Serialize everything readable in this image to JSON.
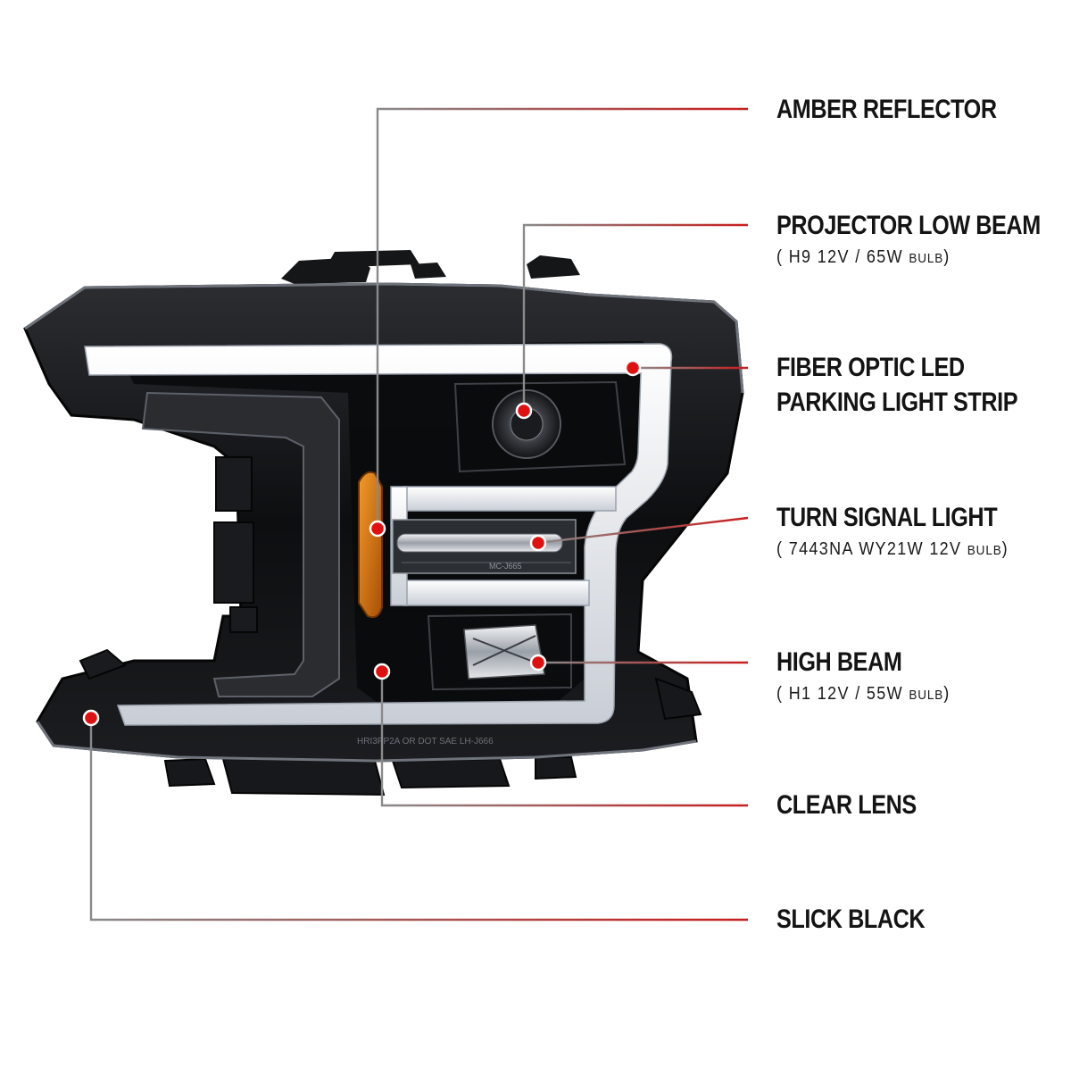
{
  "callouts": [
    {
      "id": "amber-reflector",
      "title": "AMBER REFLECTOR",
      "spec": null
    },
    {
      "id": "projector-low-beam",
      "title": "PROJECTOR LOW BEAM",
      "spec": {
        "open": "(",
        "value": "H9  12V / 65W",
        "unit": "BULB",
        "close": ")"
      }
    },
    {
      "id": "fiber-optic",
      "title_line1": "FIBER OPTIC LED",
      "title_line2": "PARKING LIGHT STRIP",
      "spec": null
    },
    {
      "id": "turn-signal",
      "title": "TURN SIGNAL LIGHT",
      "spec": {
        "open": "(",
        "value": "7443NA  WY21W  12V",
        "unit": "BULB",
        "close": ")"
      }
    },
    {
      "id": "high-beam",
      "title": "HIGH BEAM",
      "spec": {
        "open": "(",
        "value": "H1  12V / 55W",
        "unit": "BULB",
        "close": ")"
      }
    },
    {
      "id": "clear-lens",
      "title": "CLEAR LENS",
      "spec": null
    },
    {
      "id": "slick-black",
      "title": "SLICK BLACK",
      "spec": null
    }
  ],
  "housing_markings": {
    "lower_text": "HRI3PP2A  OR DOT SAE  LH-J666",
    "turn_module_text": "MC-J665"
  },
  "colors": {
    "leader_red": "#c81e1e",
    "leader_gray": "#8a8a8a",
    "dot_red": "#e01010",
    "housing_black": "#0c0c0e",
    "light_strip": "#f4f6f8",
    "amber": "#d9740c"
  }
}
